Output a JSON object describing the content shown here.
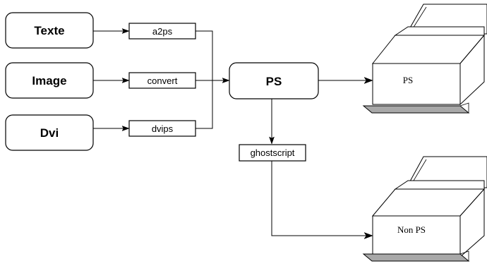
{
  "sources": [
    {
      "label": "Texte"
    },
    {
      "label": "Image"
    },
    {
      "label": "Dvi"
    }
  ],
  "converters": [
    {
      "label": "a2ps"
    },
    {
      "label": "convert"
    },
    {
      "label": "dvips"
    }
  ],
  "hub": {
    "label": "PS"
  },
  "ghostscript": {
    "label": "ghostscript"
  },
  "printers": [
    {
      "label": "PS"
    },
    {
      "label": "Non PS"
    }
  ]
}
